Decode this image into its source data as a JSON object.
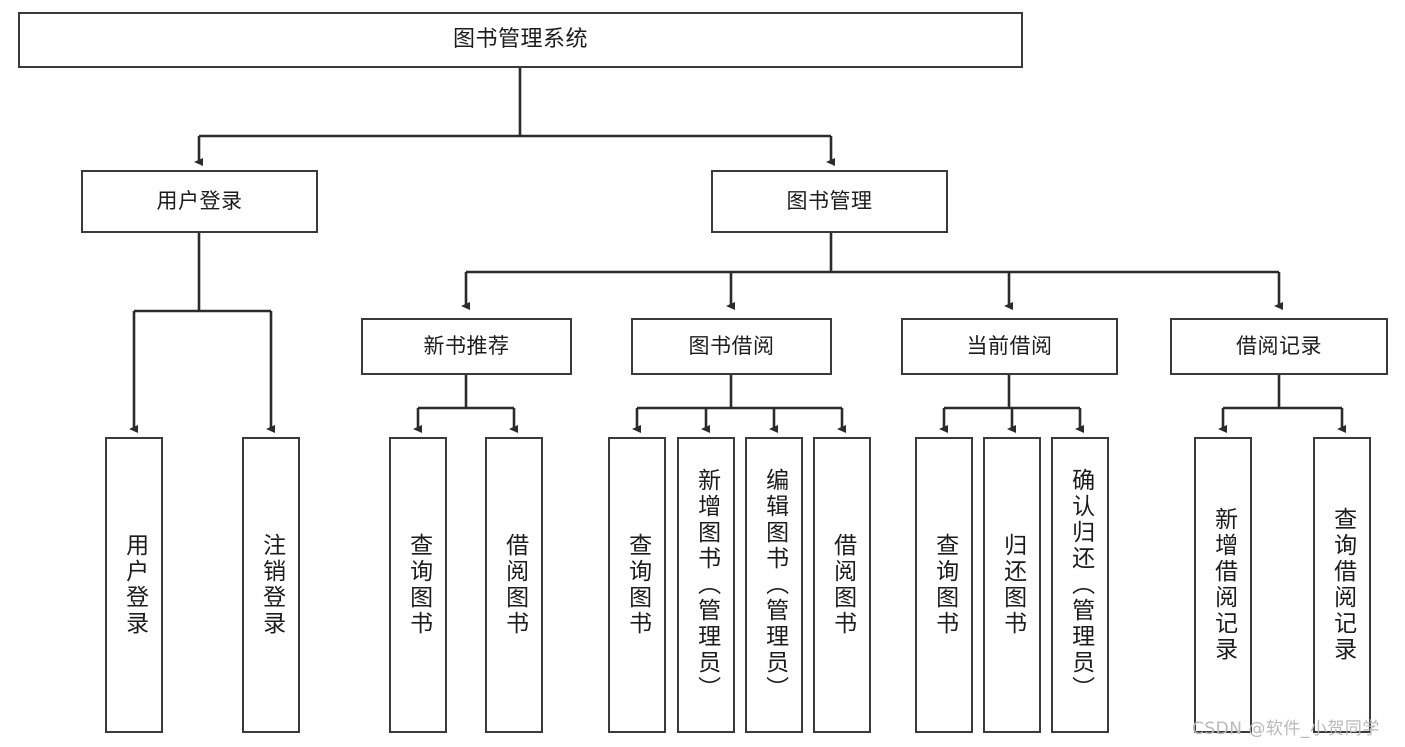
{
  "diagram": {
    "title": "图书管理系统",
    "watermark": "CSDN @软件_小贺同学",
    "colors": {
      "box_border": "#3a3a3a",
      "box_fill": "#ffffff",
      "wire": "#2b2b2b",
      "text": "#1c1c1c",
      "watermark": "#b9b9b9"
    },
    "nodes": {
      "root": {
        "label": "图书管理系统"
      },
      "level2": [
        {
          "label": "用户登录"
        },
        {
          "label": "图书管理"
        }
      ],
      "level3": [
        {
          "label": "新书推荐"
        },
        {
          "label": "图书借阅"
        },
        {
          "label": "当前借阅"
        },
        {
          "label": "借阅记录"
        }
      ],
      "leaves": {
        "user_login": [
          {
            "label": "用户登录"
          },
          {
            "label": "注销登录"
          }
        ],
        "new_book_recommend": [
          {
            "label": "查询图书"
          },
          {
            "label": "借阅图书"
          }
        ],
        "book_borrow": [
          {
            "label": "查询图书"
          },
          {
            "label": "新增图书（管理员）"
          },
          {
            "label": "编辑图书（管理员）"
          },
          {
            "label": "借阅图书"
          }
        ],
        "current_borrow": [
          {
            "label": "查询图书"
          },
          {
            "label": "归还图书"
          },
          {
            "label": "确认归还（管理员）"
          }
        ],
        "borrow_record": [
          {
            "label": "新增借阅记录"
          },
          {
            "label": "查询借阅记录"
          }
        ]
      }
    }
  }
}
